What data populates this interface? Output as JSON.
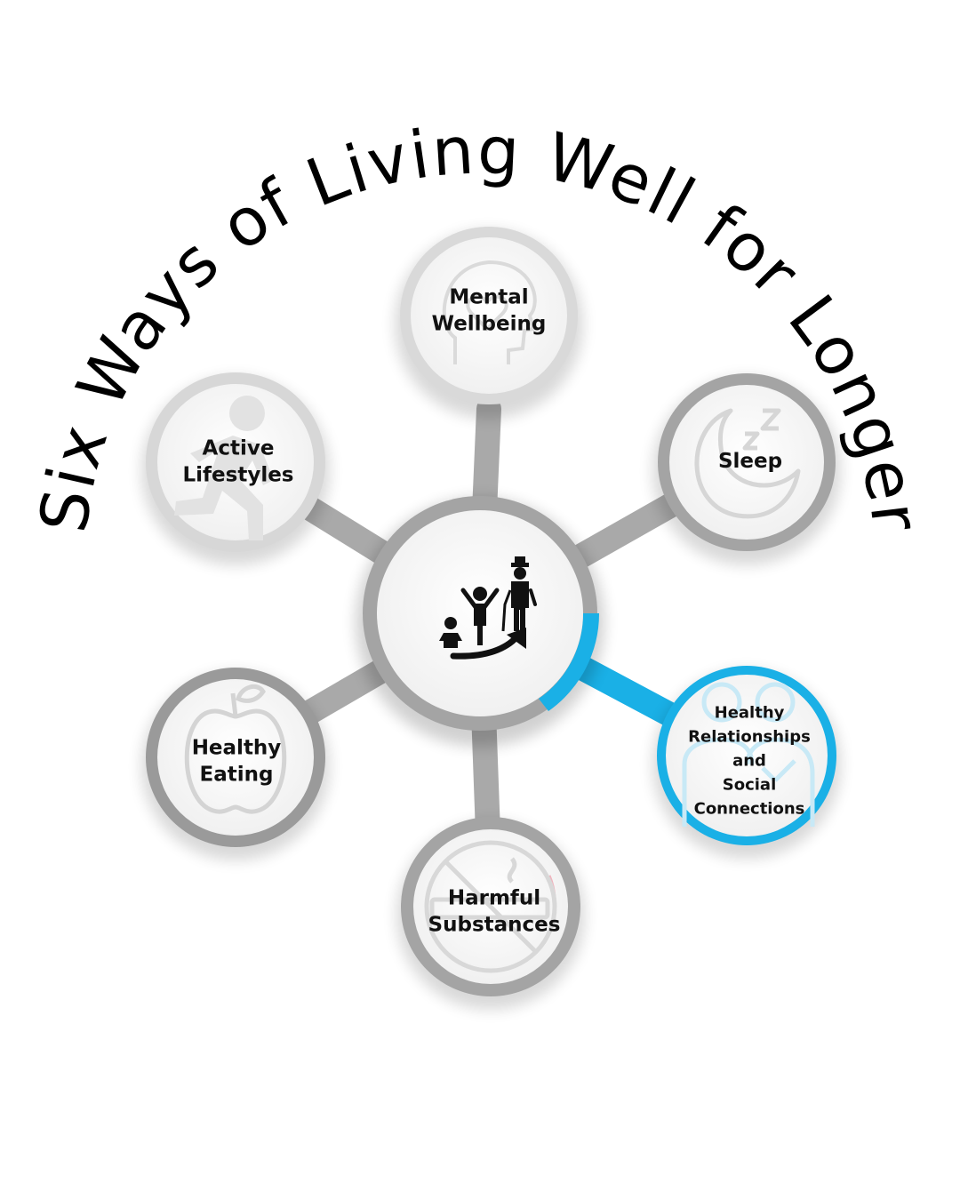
{
  "title": "Six Ways of Living Well for Longer",
  "center": {
    "icon": "life-stages-growth-icon"
  },
  "nodes": {
    "mental": {
      "label": "Mental\nWellbeing",
      "icon": "head-heart-icon"
    },
    "sleep": {
      "label": "Sleep",
      "icon": "moon-zzz-icon"
    },
    "relationships": {
      "label": "Healthy\nRelationships\nand\nSocial\nConnections",
      "icon": "people-heart-icon",
      "highlight": true
    },
    "harmful": {
      "label": "Harmful\nSubstances",
      "icon": "no-smoking-icon"
    },
    "eating": {
      "label": "Healthy\nEating",
      "icon": "apple-icon"
    },
    "active": {
      "label": "Active\nLifestyles",
      "icon": "running-person-icon"
    }
  },
  "colors": {
    "ring": "#9a9a9a",
    "highlight": "#1ab0e6",
    "text": "#111111",
    "icon_faint": "#d4d4d4"
  }
}
